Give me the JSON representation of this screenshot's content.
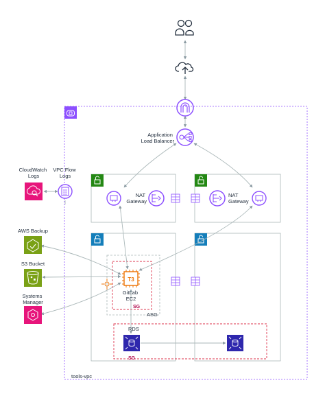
{
  "labels": {
    "alb": [
      "Application",
      "Load Balancer"
    ],
    "nat_left": [
      "NAT",
      "Gateway"
    ],
    "nat_right": [
      "NAT",
      "Gateway"
    ],
    "cloudwatch": [
      "CloudWatch",
      "Logs"
    ],
    "vpc_flow": [
      "VPC Flow",
      "Logs"
    ],
    "backup": "AWS Backup",
    "s3": "S3 Bucket",
    "ssm": [
      "Systems",
      "Manager"
    ],
    "ec2_type": "T3",
    "ec2": [
      "GitLab",
      "EC2"
    ],
    "sg1": "SG",
    "asg": "ASG",
    "rds": "RDS",
    "sg2": "SG",
    "vpc": "tools-vpc"
  },
  "colors": {
    "vpc_border": "#8c4fff",
    "public_subnet": "#248814",
    "private_subnet": "#147eba",
    "network_purple": "#8c4fff",
    "management_pink": "#e7157b",
    "storage_green": "#7aa116",
    "compute_orange": "#ed7100",
    "database_blue": "#2e27ad",
    "sg_red": "#dd344c",
    "line_gray": "#aab7b8"
  }
}
